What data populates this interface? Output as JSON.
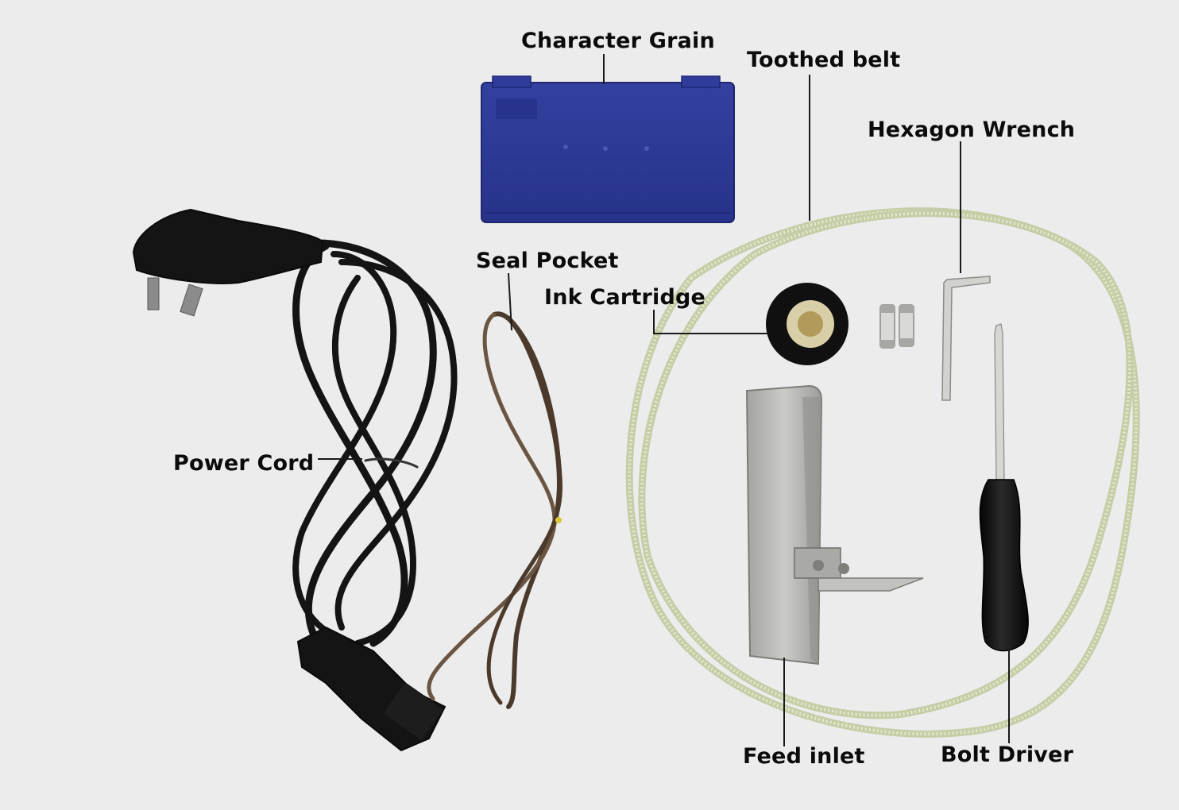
{
  "labels": {
    "character_grain": "Character Grain",
    "toothed_belt": "Toothed belt",
    "hexagon_wrench": "Hexagon Wrench",
    "seal_pocket": "Seal Pocket",
    "ink_cartridge": "Ink Cartridge",
    "power_cord": "Power Cord",
    "feed_inlet": "Feed inlet",
    "bolt_driver": "Bolt Driver"
  },
  "colors": {
    "background": "#ececec",
    "character_grain_box": "#2d3a97",
    "toothed_belt": "#d7dfbe",
    "power_cord": "#141414",
    "seal_pocket": "#4b3a2c",
    "feed_inlet_metal": "#b9b9b6",
    "leader_line": "#1a1a1a"
  }
}
